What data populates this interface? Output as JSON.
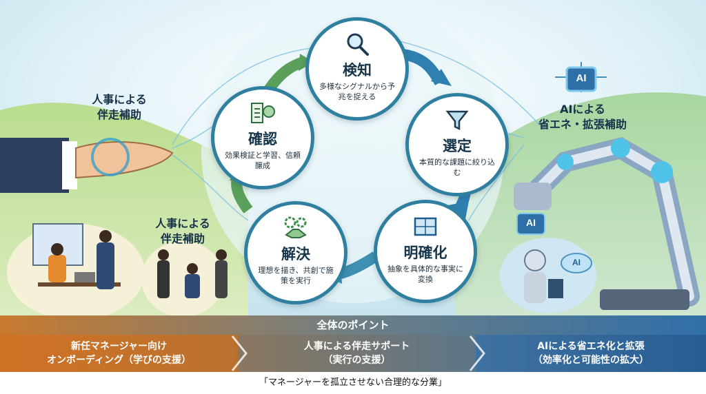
{
  "cycle": {
    "nodes": [
      {
        "title": "検知",
        "desc": "多様なシグナルから予兆を捉える",
        "icon": "magnifier-icon"
      },
      {
        "title": "選定",
        "desc": "本質的な課題に絞り込む",
        "icon": "funnel-icon"
      },
      {
        "title": "明確化",
        "desc": "抽象を具体的な事実に変換",
        "icon": "blueprint-icon"
      },
      {
        "title": "解決",
        "desc": "理想を描き、共創で施策を実行",
        "icon": "handshake-gear-icon"
      },
      {
        "title": "確認",
        "desc": "効果検証と学習、信頼醸成",
        "icon": "checklist-brain-icon"
      }
    ]
  },
  "left_labels": {
    "top": "人事による\n伴走補助",
    "middle": "人事による\n伴走補助"
  },
  "right_label": "AIによる\n省エネ・拡張補助",
  "ai_badges": [
    "AI",
    "AI",
    "AI"
  ],
  "band": {
    "title": "全体のポイント",
    "segments": [
      "新任マネージャー向け\nオンボーディング（学びの支援）",
      "人事による伴走サポート\n（実行の支援）",
      "AIによる省エネ化と拡張\n（効率化と可能性の拡大）"
    ]
  },
  "footer": "「マネージャーを孤立させない合理的な分業」",
  "colors": {
    "ring": "#2f7fa0",
    "green_arrow": "#5aa05a",
    "blue_arrow": "#2f7fb0",
    "orange": "#c87a2e",
    "navy": "#2f6fa8"
  }
}
